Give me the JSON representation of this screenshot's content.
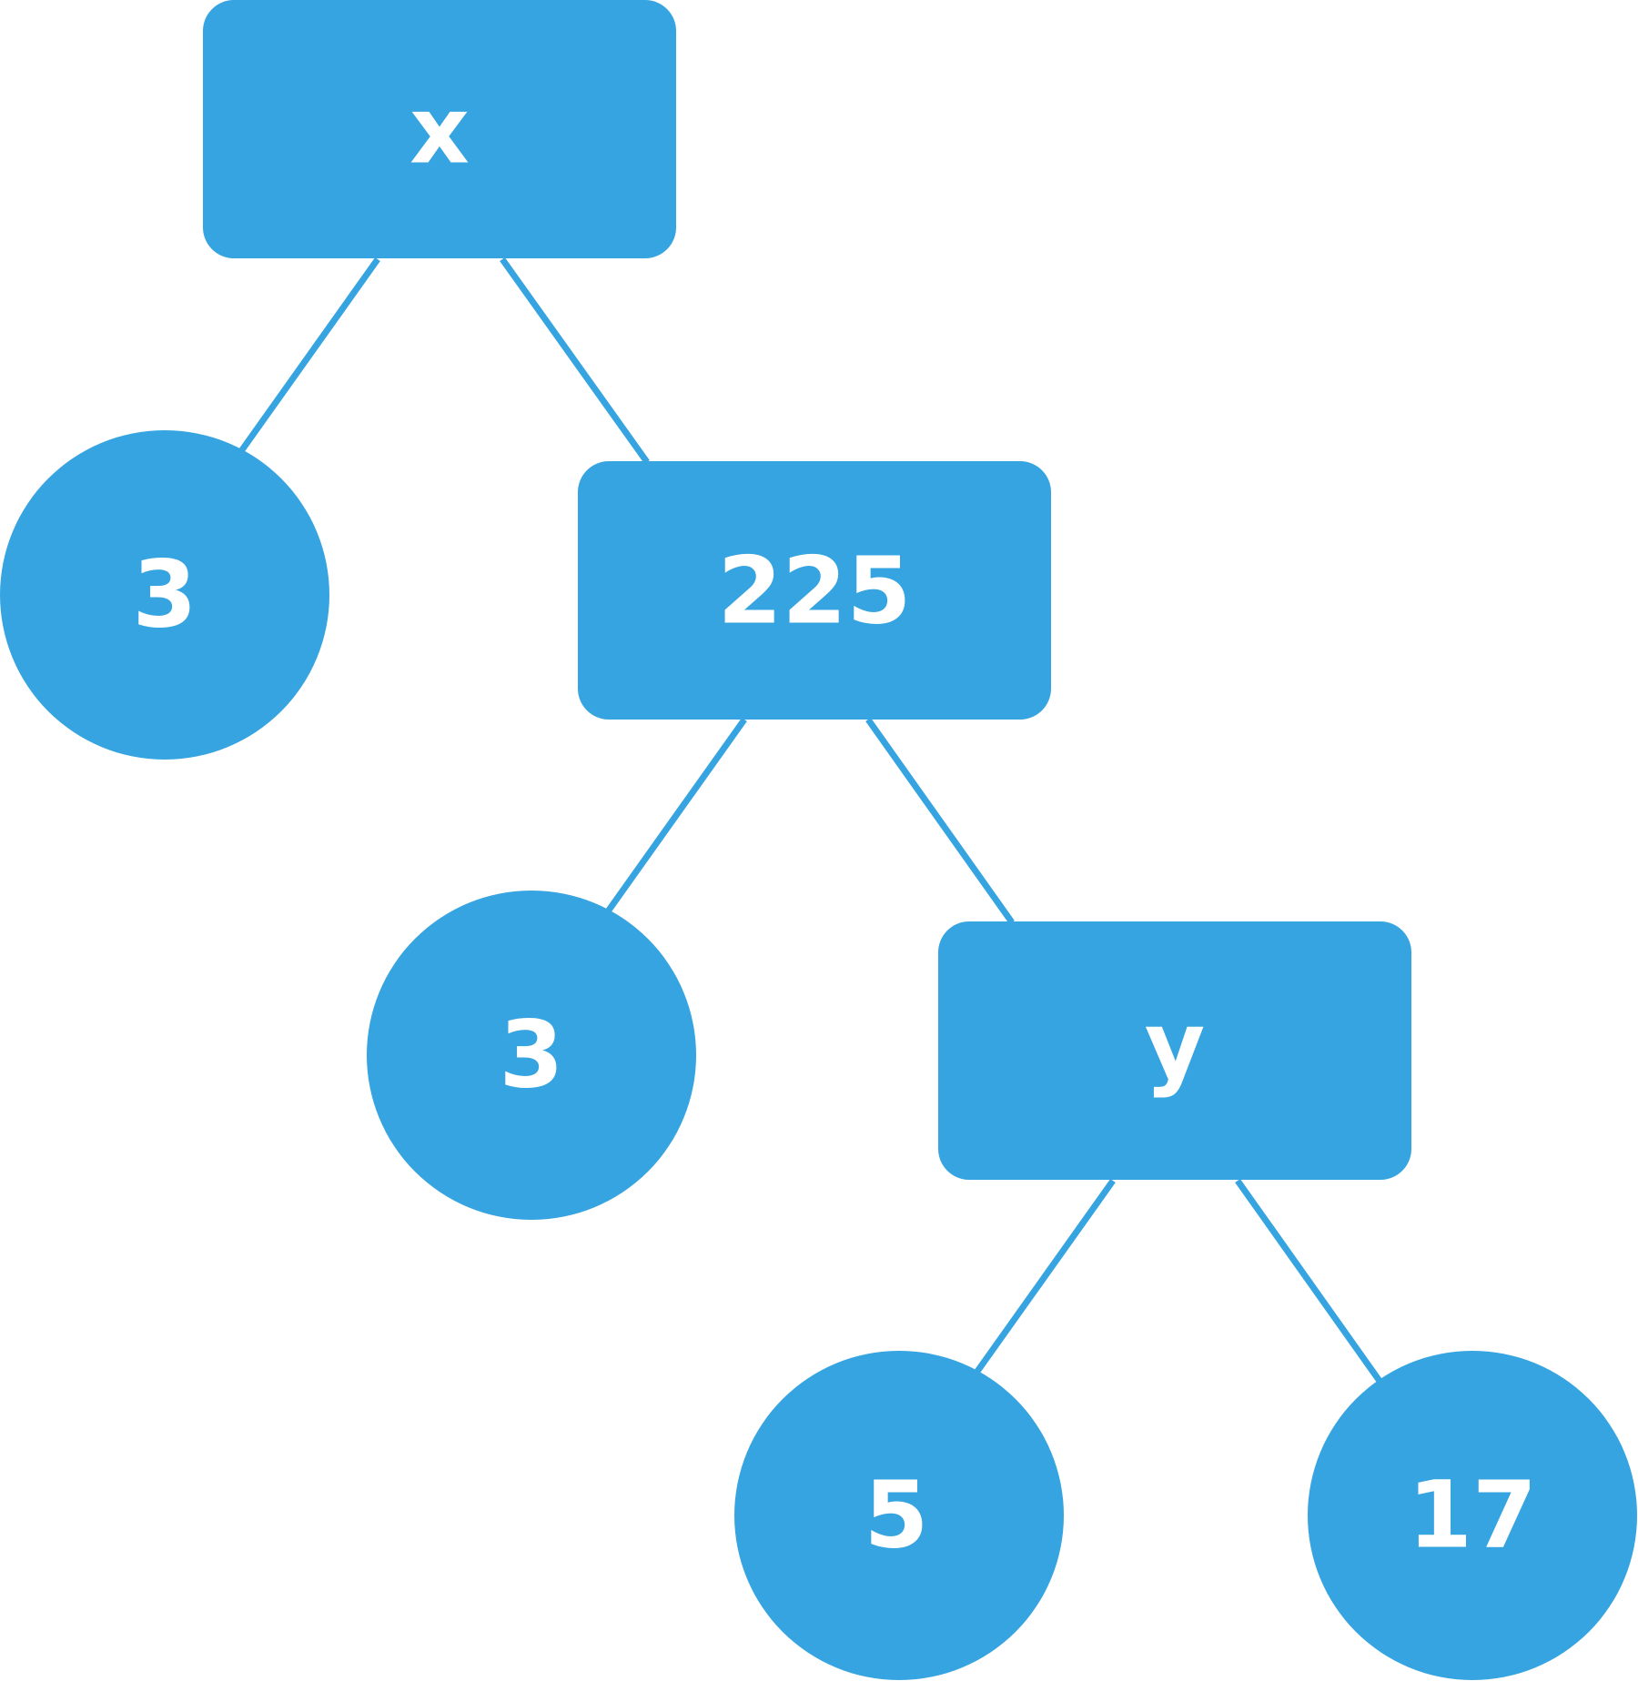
{
  "theme": {
    "node_color": "#36a4e0",
    "label_color": "#ffffff",
    "background": "#ffffff"
  },
  "nodes": {
    "root": {
      "label": "x",
      "shape": "rounded-rect"
    },
    "leaf_a": {
      "label": "3",
      "shape": "circle"
    },
    "mid": {
      "label": "225",
      "shape": "rounded-rect"
    },
    "leaf_b": {
      "label": "3",
      "shape": "circle"
    },
    "inner": {
      "label": "y",
      "shape": "rounded-rect"
    },
    "leaf_c": {
      "label": "5",
      "shape": "circle"
    },
    "leaf_d": {
      "label": "17",
      "shape": "circle"
    }
  },
  "edges": [
    {
      "from": "root",
      "to": "leaf_a"
    },
    {
      "from": "root",
      "to": "mid"
    },
    {
      "from": "mid",
      "to": "leaf_b"
    },
    {
      "from": "mid",
      "to": "inner"
    },
    {
      "from": "inner",
      "to": "leaf_c"
    },
    {
      "from": "inner",
      "to": "leaf_d"
    }
  ]
}
